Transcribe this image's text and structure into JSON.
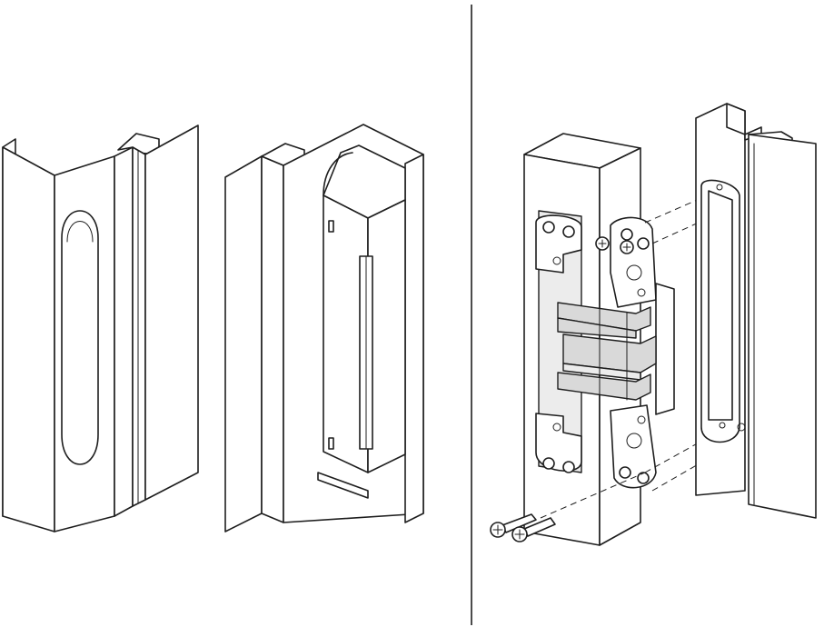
{
  "figure": {
    "panels": [
      {
        "id": "left",
        "components": [
          "profile-with-slot",
          "profile-with-hinge-box"
        ]
      },
      {
        "id": "right",
        "components": [
          "door-block",
          "concealed-hinge",
          "mounting-screws",
          "frame-profile"
        ]
      }
    ],
    "colors": {
      "line": "#1e1e1e",
      "background": "#ffffff",
      "metal_shade": "#d9d9d9"
    }
  }
}
